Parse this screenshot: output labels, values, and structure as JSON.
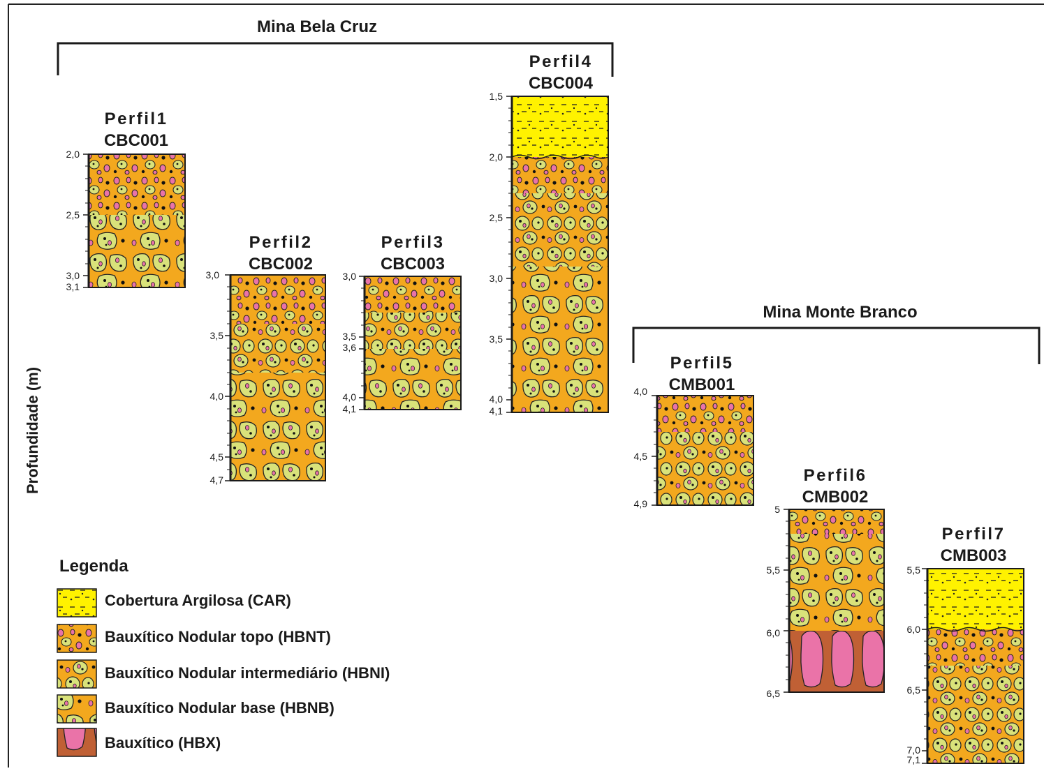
{
  "y_axis_label": "Profundidade (m)",
  "mines": [
    {
      "title": "Mina Bela Cruz"
    },
    {
      "title": "Mina Monte Branco"
    }
  ],
  "profiles": [
    {
      "name": "Perfil1",
      "code": "CBC001",
      "ticks": [
        "2,0",
        "2,5",
        "3,0",
        "3,1"
      ],
      "layers": [
        {
          "unit": "HBNT",
          "top": 2.0,
          "bottom": 2.5
        },
        {
          "unit": "HBNB",
          "top": 2.5,
          "bottom": 3.1
        }
      ]
    },
    {
      "name": "Perfil2",
      "code": "CBC002",
      "ticks": [
        "3,0",
        "3,5",
        "4,0",
        "4,5",
        "4,7"
      ],
      "layers": [
        {
          "unit": "HBNT",
          "top": 3.0,
          "bottom": 3.4
        },
        {
          "unit": "HBNI",
          "top": 3.4,
          "bottom": 3.8
        },
        {
          "unit": "HBNB",
          "top": 3.8,
          "bottom": 4.7
        }
      ]
    },
    {
      "name": "Perfil3",
      "code": "CBC003",
      "ticks": [
        "3,0",
        "3,5",
        "3,6",
        "4,0",
        "4,1"
      ],
      "layers": [
        {
          "unit": "HBNT",
          "top": 3.0,
          "bottom": 3.3
        },
        {
          "unit": "HBNI",
          "top": 3.3,
          "bottom": 3.6
        },
        {
          "unit": "HBNB",
          "top": 3.6,
          "bottom": 4.1
        }
      ]
    },
    {
      "name": "Perfil4",
      "code": "CBC004",
      "ticks": [
        "1,5",
        "2,0",
        "2,5",
        "3,0",
        "3,5",
        "4,0",
        "4,1"
      ],
      "layers": [
        {
          "unit": "CAR",
          "top": 1.5,
          "bottom": 2.0
        },
        {
          "unit": "HBNT",
          "top": 2.0,
          "bottom": 2.3
        },
        {
          "unit": "HBNI",
          "top": 2.3,
          "bottom": 2.9
        },
        {
          "unit": "HBNB",
          "top": 2.9,
          "bottom": 4.1
        }
      ]
    },
    {
      "name": "Perfil5",
      "code": "CMB001",
      "ticks": [
        "4,0",
        "4,5",
        "4,9"
      ],
      "layers": [
        {
          "unit": "HBNT",
          "top": 4.0,
          "bottom": 4.3
        },
        {
          "unit": "HBNI",
          "top": 4.3,
          "bottom": 4.9
        }
      ]
    },
    {
      "name": "Perfil6",
      "code": "CMB002",
      "ticks": [
        "5",
        "5,5",
        "6,0",
        "6,5"
      ],
      "layers": [
        {
          "unit": "HBNT",
          "top": 5.0,
          "bottom": 5.2
        },
        {
          "unit": "HBNB",
          "top": 5.2,
          "bottom": 6.0
        },
        {
          "unit": "HBX",
          "top": 6.0,
          "bottom": 6.5
        }
      ]
    },
    {
      "name": "Perfil7",
      "code": "CMB003",
      "ticks": [
        "5,5",
        "6,0",
        "6,5",
        "7,0",
        "7,1"
      ],
      "layers": [
        {
          "unit": "CAR",
          "top": 5.5,
          "bottom": 6.0
        },
        {
          "unit": "HBNT",
          "top": 6.0,
          "bottom": 6.3
        },
        {
          "unit": "HBNI",
          "top": 6.3,
          "bottom": 7.1
        }
      ]
    }
  ],
  "legend": {
    "title": "Legenda",
    "items": [
      {
        "unit": "CAR",
        "label": "Cobertura Argilosa (CAR)"
      },
      {
        "unit": "HBNT",
        "label": "Bauxítico Nodular topo (HBNT)"
      },
      {
        "unit": "HBNI",
        "label": "Bauxítico Nodular intermediário (HBNI)"
      },
      {
        "unit": "HBNB",
        "label": "Bauxítico Nodular base (HBNB)"
      },
      {
        "unit": "HBX",
        "label": "Bauxítico (HBX)"
      }
    ]
  },
  "colors": {
    "CAR": "#fff200",
    "HBNT": "#f3a81e",
    "HBNI": "#f3a81e",
    "HBNB": "#f3a81e",
    "HBX": "#c06035",
    "nodule": "#d9e27a",
    "pink": "#ea73a8",
    "outline": "#1a1a1a"
  }
}
